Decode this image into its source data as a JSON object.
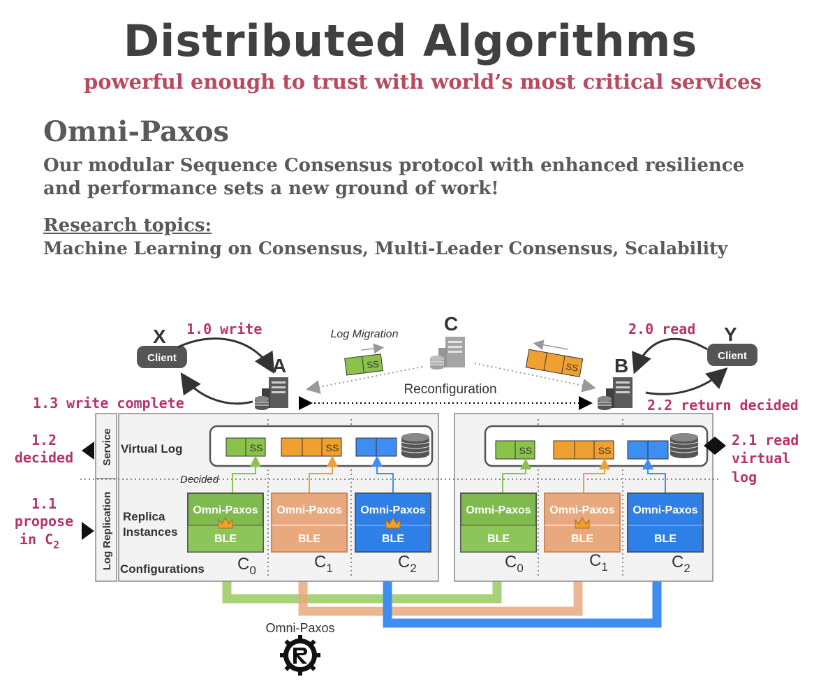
{
  "header": {
    "title": "Distributed Algorithms",
    "subtitle": "powerful enough to trust with world’s most critical services"
  },
  "intro": {
    "heading": "Omni-Paxos",
    "description_line1": "Our modular Sequence Consensus protocol with enhanced resilience",
    "description_line2": "and performance sets a new ground of work!",
    "research_heading": "Research topics:",
    "research_topics": "Machine Learning on Consensus, Multi-Leader Consensus, Scalability"
  },
  "diagram": {
    "clients": {
      "x": "X",
      "y": "Y",
      "client_label": "Client"
    },
    "servers": {
      "a": "A",
      "b": "B",
      "c": "C"
    },
    "log_migration": "Log Migration",
    "reconfiguration": "Reconfiguration",
    "ss": "SS",
    "steps": {
      "s10": "1.0 write",
      "s11_line1": "1.1",
      "s11_line2": "propose",
      "s11_line3": "in C",
      "s11_sub": "2",
      "s12_line1": "1.2",
      "s12_line2": "decided",
      "s13": "1.3 write complete",
      "s20": "2.0 read",
      "s21_line1": "2.1 read",
      "s21_line2": "virtual",
      "s21_line3": "log",
      "s22": "2.2 return decided"
    },
    "layers": {
      "service": "Service",
      "log_replication": "Log Replication"
    },
    "rows": {
      "virtual_log": "Virtual Log",
      "replica_line1": "Replica",
      "replica_line2": "Instances",
      "configurations": "Configurations",
      "decided": "Decided"
    },
    "instance": {
      "protocol": "Omni-Paxos",
      "ble": "BLE"
    },
    "configs": [
      {
        "letter": "C",
        "sub": "0"
      },
      {
        "letter": "C",
        "sub": "1"
      },
      {
        "letter": "C",
        "sub": "2"
      }
    ],
    "footer_label": "Omni-Paxos",
    "colors": {
      "green": "#8bc34a",
      "orange": "#e8a97f",
      "blue": "#3d8ef0",
      "accent": "#b8336a"
    }
  }
}
